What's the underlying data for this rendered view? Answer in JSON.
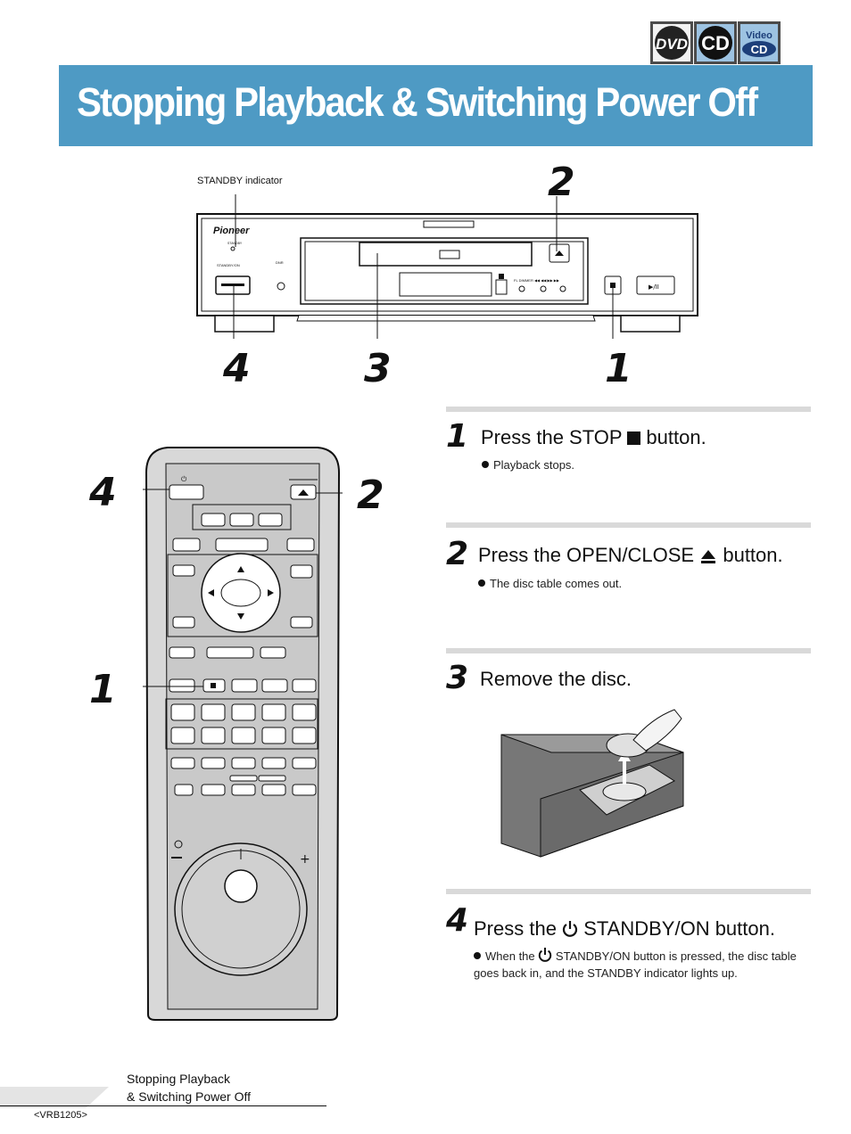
{
  "header": {
    "title": "Stopping Playback & Switching Power Off",
    "badges": [
      {
        "name": "dvd",
        "text": "DVD"
      },
      {
        "name": "cd",
        "text": "CD"
      },
      {
        "name": "video-cd",
        "text_top": "Video",
        "text_bottom": "CD"
      }
    ]
  },
  "player_diagram": {
    "standby_label": "STANDBY indicator",
    "callouts": [
      "2",
      "4",
      "3",
      "1"
    ]
  },
  "remote_diagram": {
    "callouts": [
      "4",
      "2",
      "1"
    ]
  },
  "steps": [
    {
      "number": "1",
      "title_pre": "Press the STOP",
      "title_post": "button.",
      "note": "Playback stops."
    },
    {
      "number": "2",
      "title_pre": "Press the OPEN/CLOSE",
      "title_post": "button.",
      "note": "The disc table comes out."
    },
    {
      "number": "3",
      "title": "Remove the disc."
    },
    {
      "number": "4",
      "title_pre": "Press the",
      "title_post": "STANDBY/ON button.",
      "note_pre": "When the",
      "note_post": "STANDBY/ON button is pressed, the disc table goes back in, and the STANDBY indicator lights up."
    }
  ],
  "footer": {
    "section_line1": "Stopping Playback",
    "section_line2": "& Switching Power Off",
    "code": "<VRB1205>"
  }
}
